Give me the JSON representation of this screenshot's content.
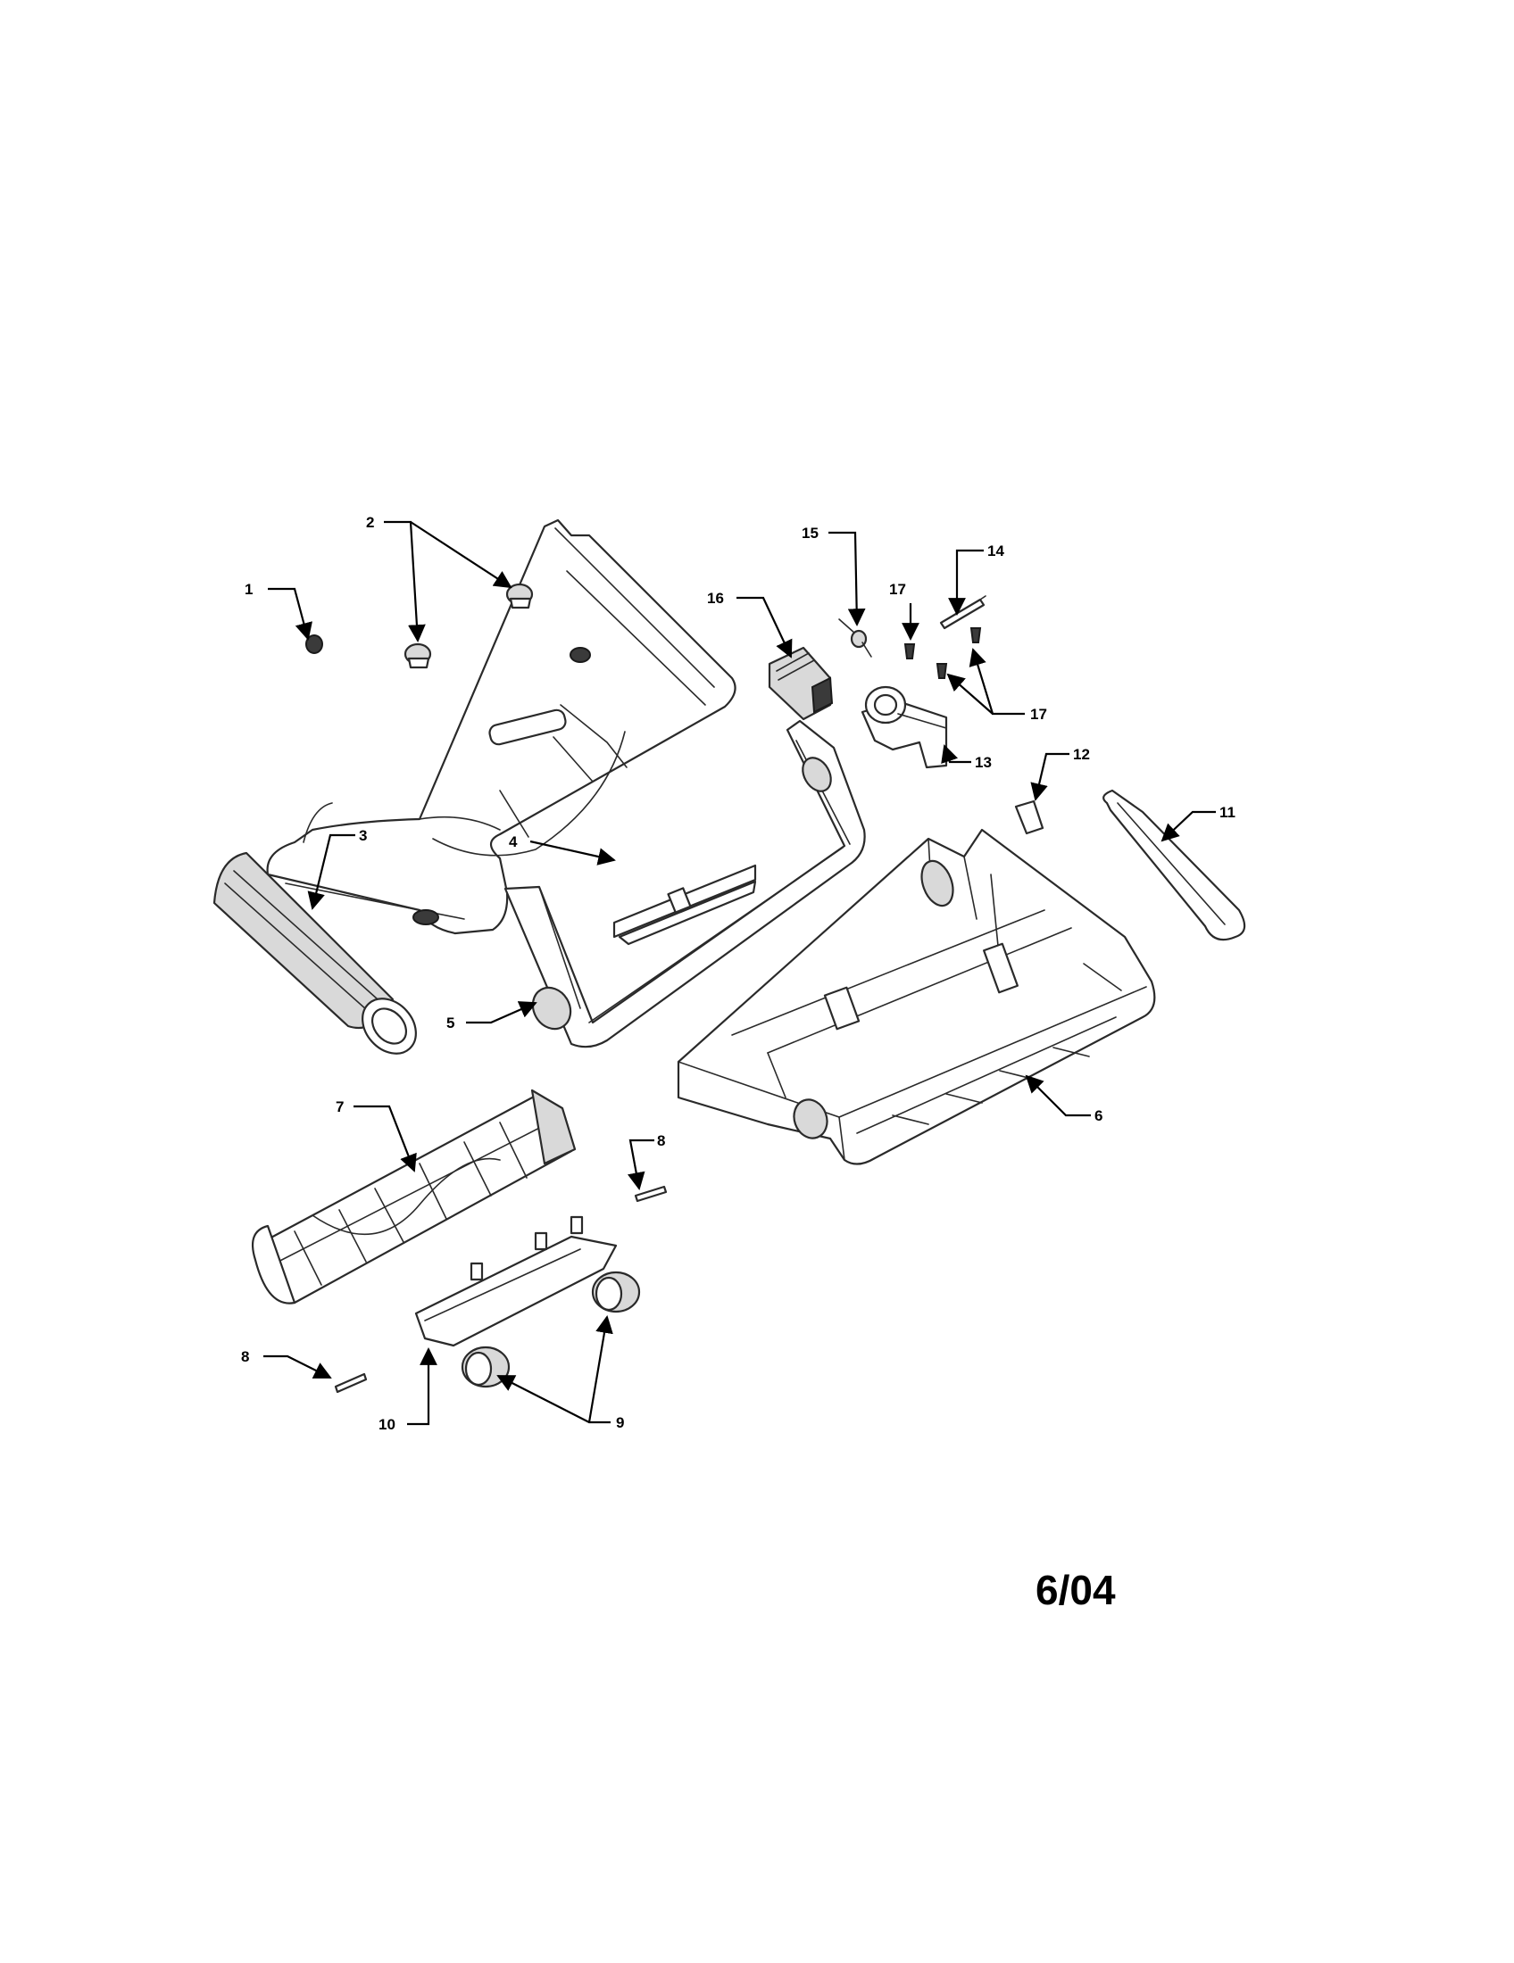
{
  "callouts": {
    "c1": "1",
    "c2": "2",
    "c3": "3",
    "c4": "4",
    "c5": "5",
    "c6": "6",
    "c7": "7",
    "c8": "8",
    "c9": "9",
    "c10": "10",
    "c11": "11",
    "c12": "12",
    "c13": "13",
    "c14": "14",
    "c15": "15",
    "c16": "16",
    "c17": "17"
  },
  "date_stamp": "6/04"
}
